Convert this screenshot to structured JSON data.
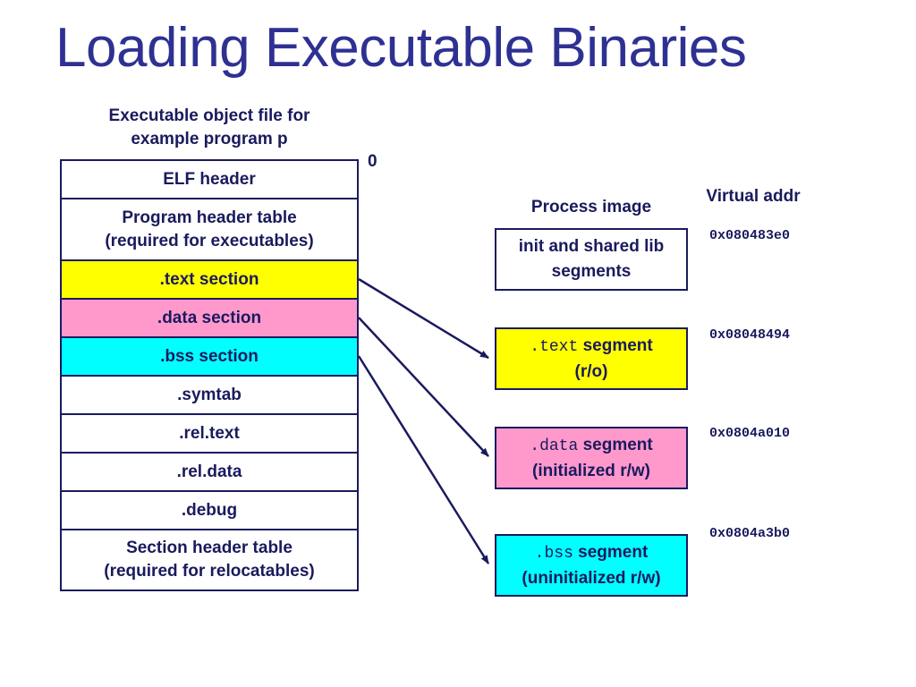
{
  "title": "Loading Executable Binaries",
  "left_caption": [
    "Executable object file for",
    "example program p"
  ],
  "zero_label": "0",
  "elf_rows": [
    {
      "lines": [
        "ELF header"
      ],
      "color": "#ffffff"
    },
    {
      "lines": [
        "Program header table",
        "(required for executables)"
      ],
      "color": "#ffffff"
    },
    {
      "lines": [
        ".text section"
      ],
      "color": "#ffff00"
    },
    {
      "lines": [
        ".data section"
      ],
      "color": "#ff99cc"
    },
    {
      "lines": [
        ".bss section"
      ],
      "color": "#00ffff"
    },
    {
      "lines": [
        ".symtab"
      ],
      "color": "#ffffff"
    },
    {
      "lines": [
        ".rel.text"
      ],
      "color": "#ffffff"
    },
    {
      "lines": [
        ".rel.data"
      ],
      "color": "#ffffff"
    },
    {
      "lines": [
        ".debug"
      ],
      "color": "#ffffff"
    },
    {
      "lines": [
        "Section header table",
        "(required for relocatables)"
      ],
      "color": "#ffffff"
    }
  ],
  "process_image_caption": "Process image",
  "virtual_addr_caption": "Virtual addr",
  "segments": [
    {
      "mono": "",
      "line1": "init and shared lib",
      "line2": "segments",
      "color": "#ffffff"
    },
    {
      "mono": ".text",
      "line1": " segment",
      "line2": "(r/o)",
      "color": "#ffff00"
    },
    {
      "mono": ".data",
      "line1": " segment",
      "line2": "(initialized r/w)",
      "color": "#ff99cc"
    },
    {
      "mono": ".bss",
      "line1": " segment",
      "line2": "(uninitialized r/w)",
      "color": "#00ffff"
    }
  ],
  "addresses": [
    "0x080483e0",
    "0x08048494",
    "0x0804a010",
    "0x0804a3b0"
  ],
  "colors": {
    "title": "#2e3192",
    "text": "#1a1a5e",
    "text_section": "#ffff00",
    "data_section": "#ff99cc",
    "bss_section": "#00ffff"
  }
}
